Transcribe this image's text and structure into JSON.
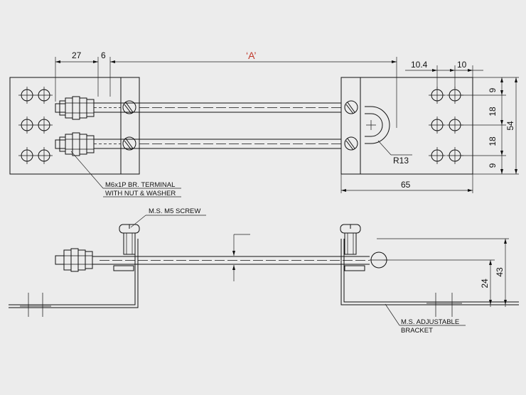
{
  "dimensions": {
    "d27": "27",
    "d6": "6",
    "dA": "‘A’",
    "d10_4": "10.4",
    "d10": "10",
    "d9_top": "9",
    "d18_a": "18",
    "d18_b": "18",
    "d9_bot": "9",
    "d54": "54",
    "d65": "65",
    "r13": "R13",
    "d24": "24",
    "d43": "43"
  },
  "callouts": {
    "terminal_line1": "M6x1P BR. TERMINAL",
    "terminal_line2": "WITH NUT & WASHER",
    "screw": "M.S. M5 SCREW",
    "bracket_line1": "M.S. ADJUSTABLE",
    "bracket_line2": "BRACKET"
  },
  "colors": {
    "background": "#ececec",
    "line": "#111111",
    "highlight_dim": "#c0392b"
  }
}
